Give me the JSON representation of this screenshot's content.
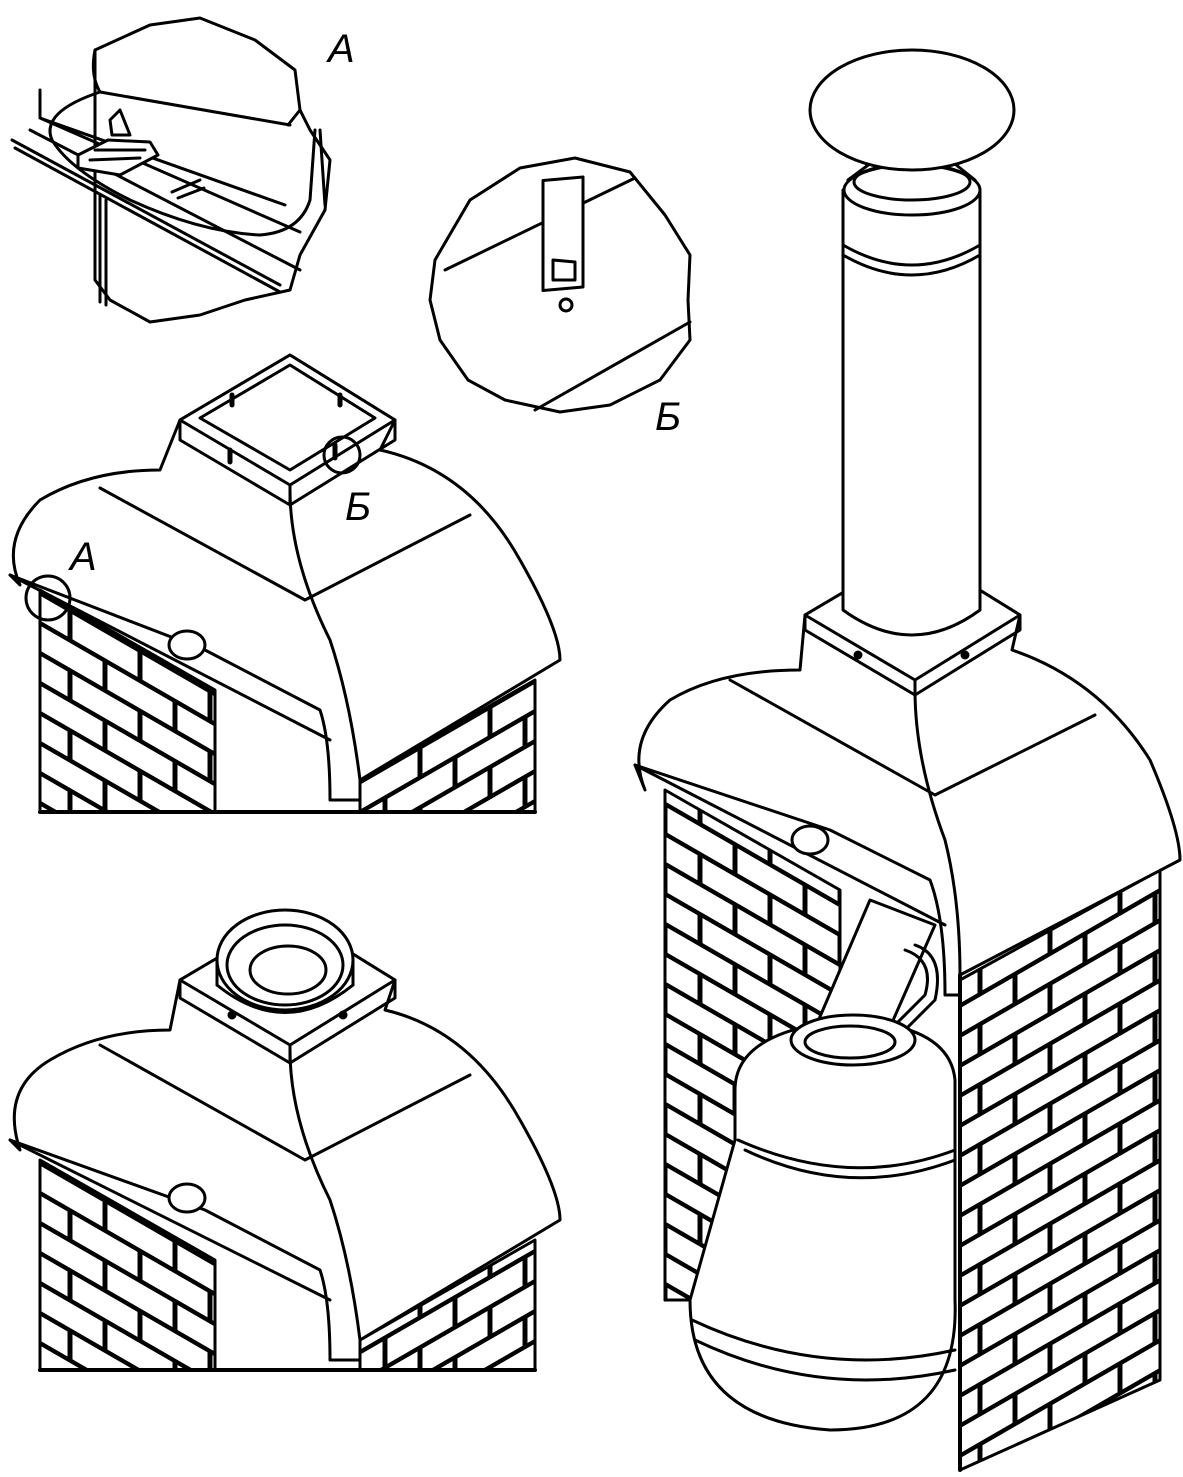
{
  "labels": {
    "detail_a": "А",
    "detail_b": "Б",
    "callout_a": "А",
    "callout_b": "Б"
  },
  "colors": {
    "line": "#000000",
    "paper": "#ffffff"
  }
}
